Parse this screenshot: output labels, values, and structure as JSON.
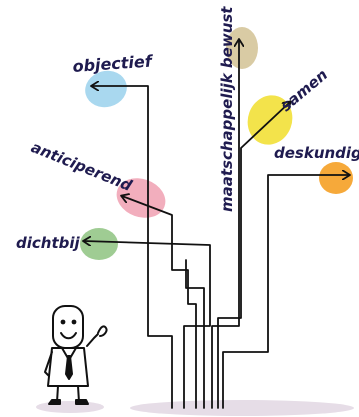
{
  "labels": {
    "objectief": "objectief",
    "maatschappelijk": "maatschappelijk bewust",
    "samen": "samen",
    "deskundig": "deskundig",
    "anticiperend": "anticiperend",
    "dichtbij": "dichtbij"
  },
  "colors": {
    "ink": "#1f1b4f",
    "line": "#111111",
    "blob_blue": "#a9d8ef",
    "blob_tan": "#d9cba4",
    "blob_yellow": "#f3e34b",
    "blob_orange": "#f6a93a",
    "blob_pink": "#f2aebd",
    "blob_green": "#9fcc93",
    "shadow": "#e6dde7"
  },
  "icons": {
    "character": "cartoon-man-waving",
    "arrows": "arrow-right"
  }
}
